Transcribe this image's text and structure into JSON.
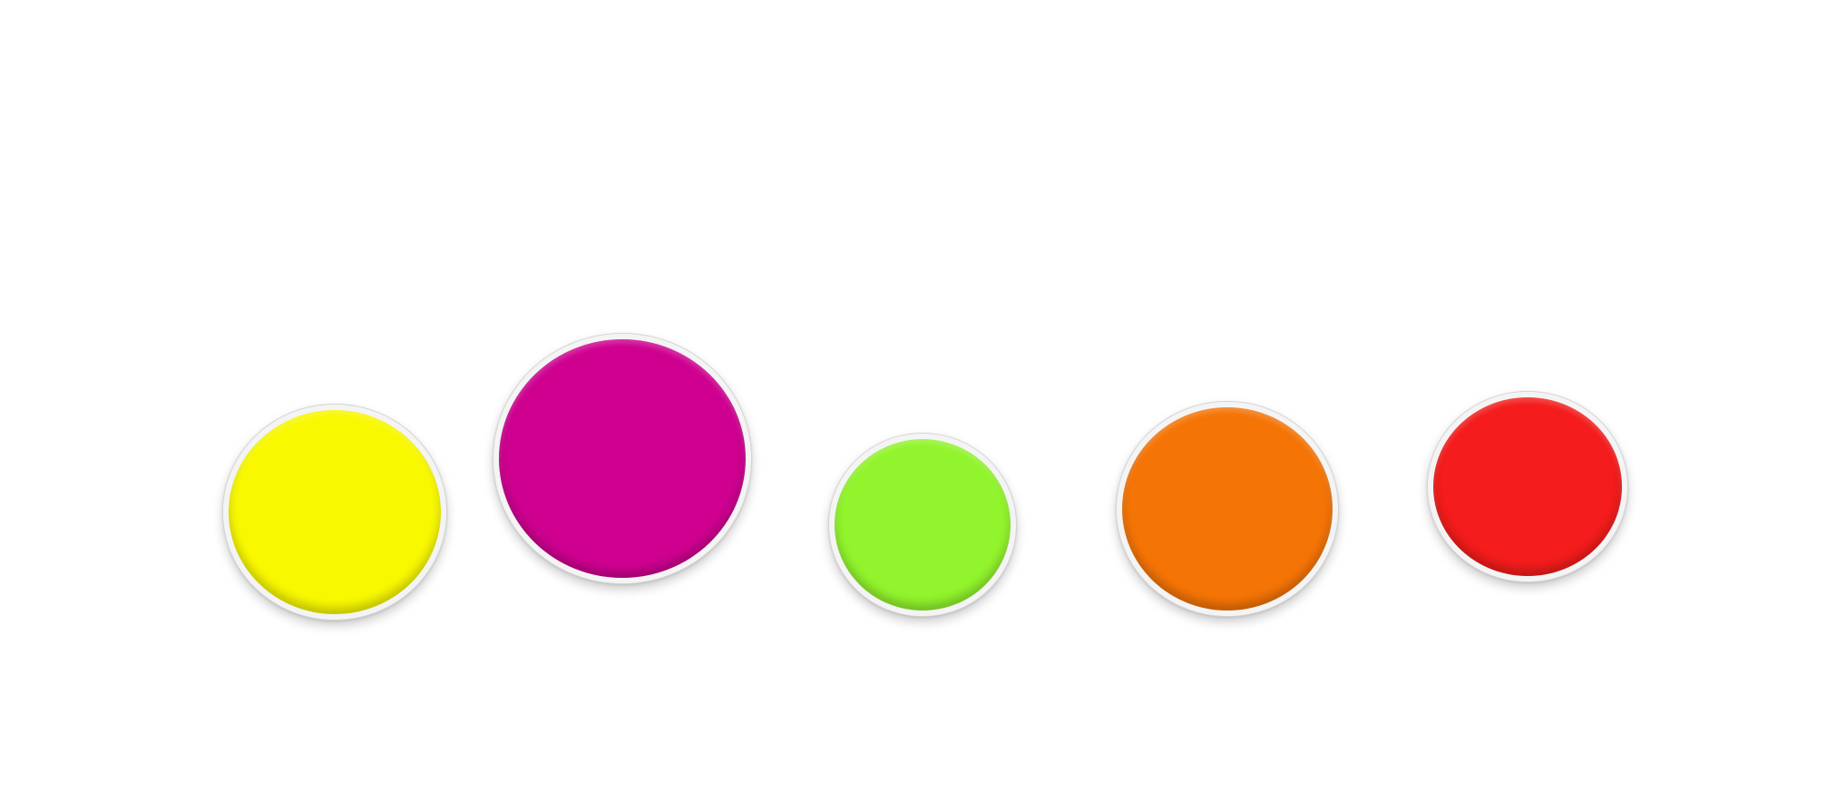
{
  "circles": [
    {
      "id": "circle-yellow",
      "color": "#f8f800"
    },
    {
      "id": "circle-magenta",
      "color": "#cf0090"
    },
    {
      "id": "circle-green",
      "color": "#92f42c"
    },
    {
      "id": "circle-orange",
      "color": "#f57406"
    },
    {
      "id": "circle-red",
      "color": "#f41c1c"
    }
  ]
}
